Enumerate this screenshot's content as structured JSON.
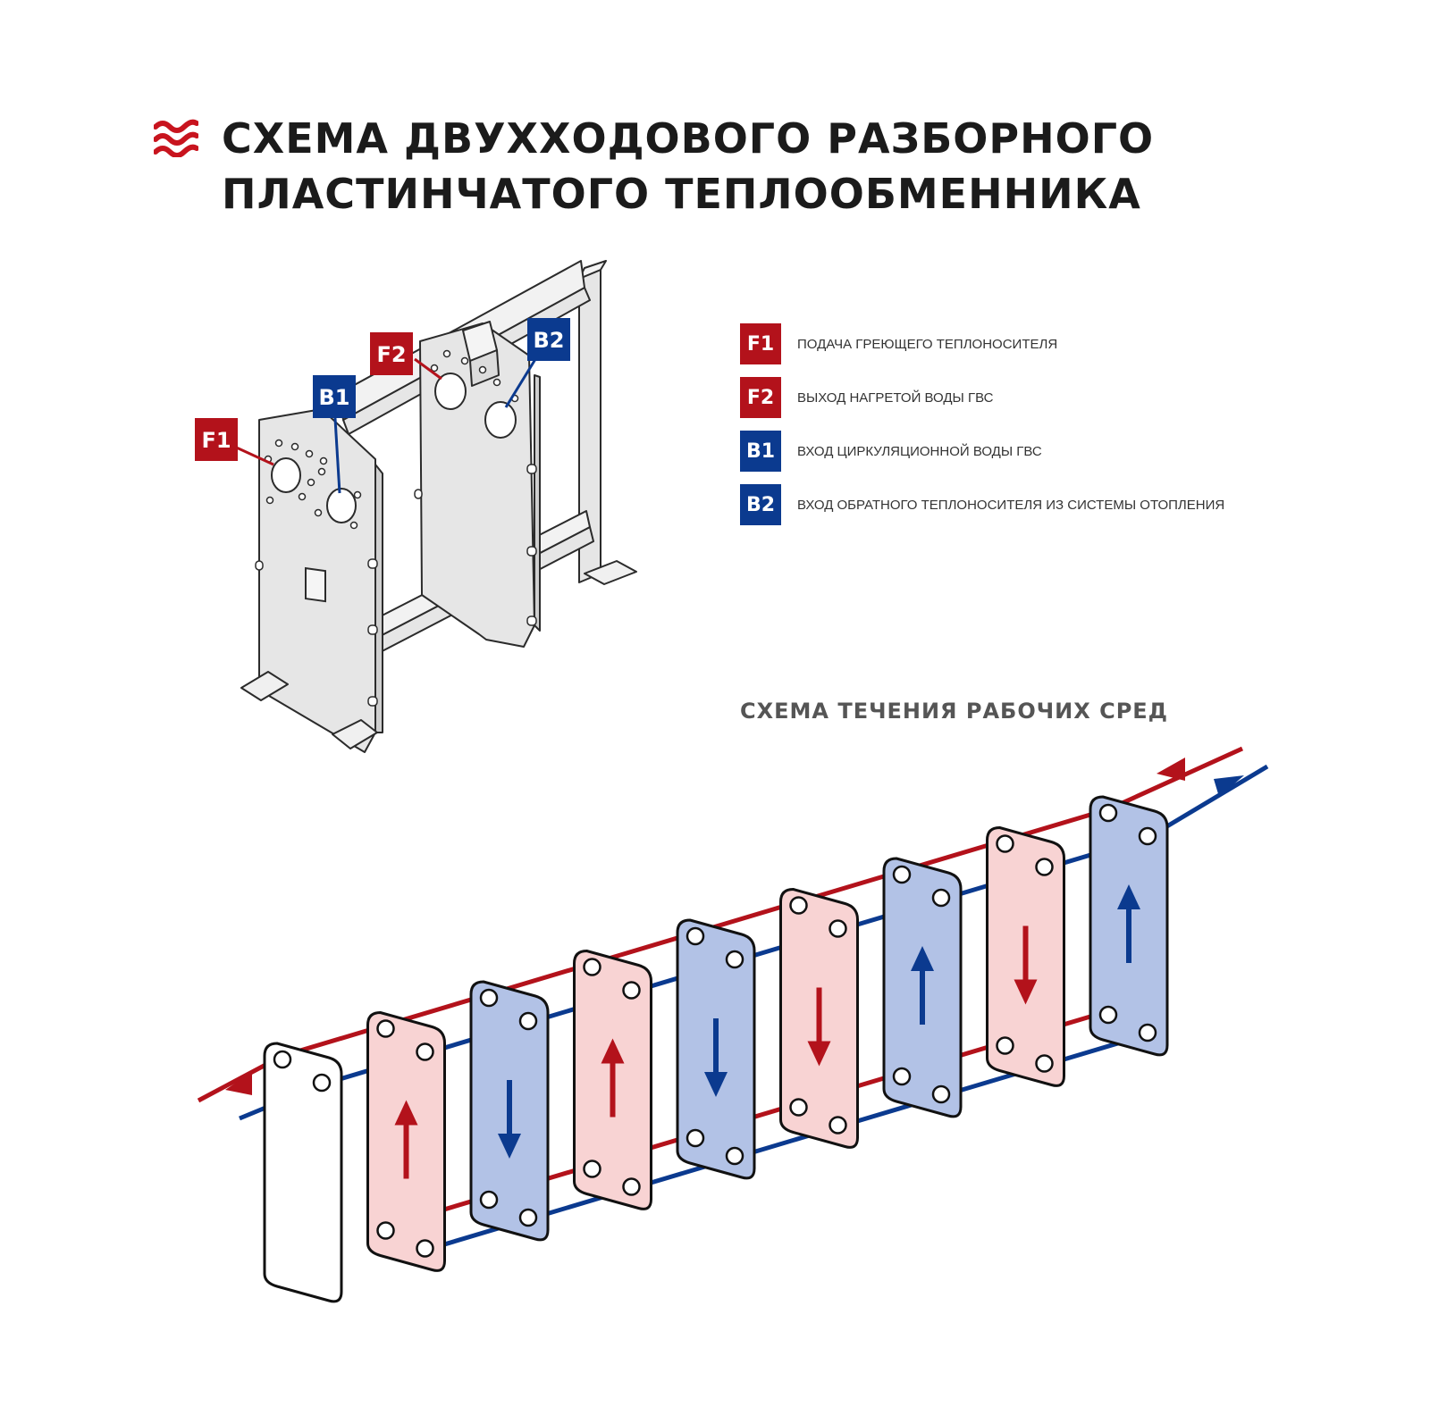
{
  "title": {
    "line1": "СХЕМА ДВУХХОДОВОГО РАЗБОРНОГО",
    "line2": "ПЛАСТИНЧАТОГО ТЕПЛООБМЕННИКА",
    "icon": "heat-waves-icon"
  },
  "colors": {
    "hot": "#b3121b",
    "cold": "#0b3a8f",
    "hot_fill": "#f8d3d3",
    "cold_fill": "#b2c2e6",
    "device_fill": "#e6e6e6"
  },
  "callouts": {
    "f1": "F1",
    "f2": "F2",
    "b1": "B1",
    "b2": "B2"
  },
  "legend": [
    {
      "code": "F1",
      "text": "ПОДАЧА ГРЕЮЩЕГО ТЕПЛОНОСИТЕЛЯ",
      "color": "hot"
    },
    {
      "code": "F2",
      "text": "ВЫХОД НАГРЕТОЙ ВОДЫ ГВС",
      "color": "hot"
    },
    {
      "code": "B1",
      "text": "ВХОД ЦИРКУЛЯЦИОННОЙ ВОДЫ ГВС",
      "color": "cold"
    },
    {
      "code": "B2",
      "text": "ВХОД ОБРАТНОГО ТЕПЛОНОСИТЕЛЯ ИЗ СИСТЕМЫ ОТОПЛЕНИЯ",
      "color": "cold"
    }
  ],
  "flow": {
    "title": "СХЕМА ТЕЧЕНИЯ РАБОЧИХ СРЕД",
    "plates": [
      {
        "type": "end",
        "arrow": "none"
      },
      {
        "type": "hot",
        "arrow": "up"
      },
      {
        "type": "cold",
        "arrow": "down"
      },
      {
        "type": "hot",
        "arrow": "up"
      },
      {
        "type": "cold",
        "arrow": "down"
      },
      {
        "type": "hot",
        "arrow": "down"
      },
      {
        "type": "cold",
        "arrow": "up"
      },
      {
        "type": "hot",
        "arrow": "down"
      },
      {
        "type": "cold",
        "arrow": "up"
      }
    ]
  }
}
